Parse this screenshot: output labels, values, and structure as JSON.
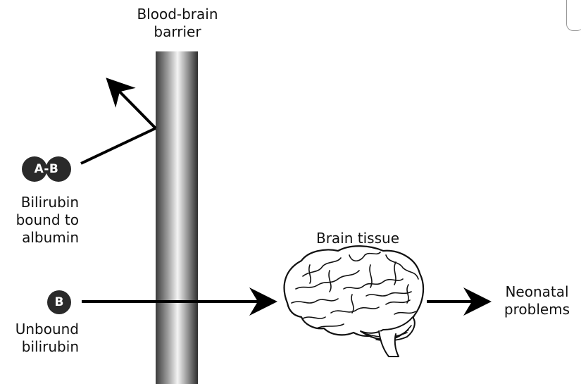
{
  "labels": {
    "barrier_line1": "Blood-brain",
    "barrier_line2": "barrier",
    "ab_badge": "A-B",
    "b_badge": "B",
    "bound_line1": "Bilirubin",
    "bound_line2": "bound to",
    "bound_line3": "albumin",
    "brain_tissue": "Brain tissue",
    "unbound_line1": "Unbound",
    "unbound_line2": "bilirubin",
    "outcome_line1": "Neonatal",
    "outcome_line2": "problems"
  },
  "colors": {
    "badge": "#2a2a2a",
    "arrow": "#000000",
    "barrier_dark": "#4a4a4a",
    "barrier_light": "#f2f2f2"
  },
  "icons": {
    "brain": "brain-illustration"
  }
}
